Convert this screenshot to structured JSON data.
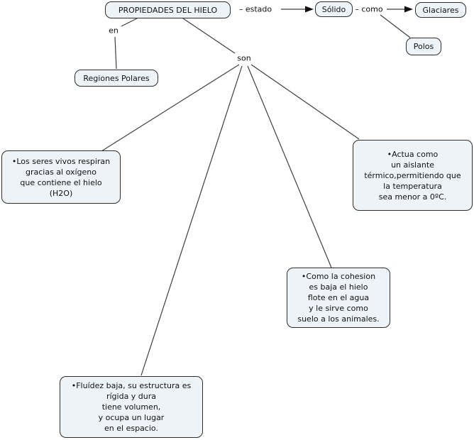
{
  "title": "PROPIEDADES DEL HIELO",
  "colors": {
    "node_fill": "#edf3f7",
    "node_border": "#2e2e2e",
    "line": "#3f3f3f",
    "background": "#ffffff"
  },
  "nodes": {
    "propiedades": {
      "text": "PROPIEDADES DEL HIELO"
    },
    "solido": {
      "text": "Sólido"
    },
    "glaciares": {
      "text": "Glaciares"
    },
    "polos": {
      "text": "Polos"
    },
    "regiones_polares": {
      "text": "Regiones Polares"
    },
    "seres_vivos": {
      "text": "•Los seres vivos respiran\ngracias al oxígeno\nque contiene el hielo\n(H2O)"
    },
    "aislante": {
      "text": "•Actua como\nun aislante\ntérmico,permitiendo que\nla temperatura\nsea menor a 0ºC."
    },
    "cohesion": {
      "text": "•Como la cohesion\nes baja el hielo\nflote en el agua\ny le sirve como\nsuelo a los animales."
    },
    "fluidez": {
      "text": "•Fluídez baja, su estructura es\nrígida y dura\ntiene volumen,\ny ocupa un lugar\nen el espacio."
    }
  },
  "labels": {
    "estado": "– estado",
    "como": "– como",
    "en": "en",
    "son": "son"
  }
}
